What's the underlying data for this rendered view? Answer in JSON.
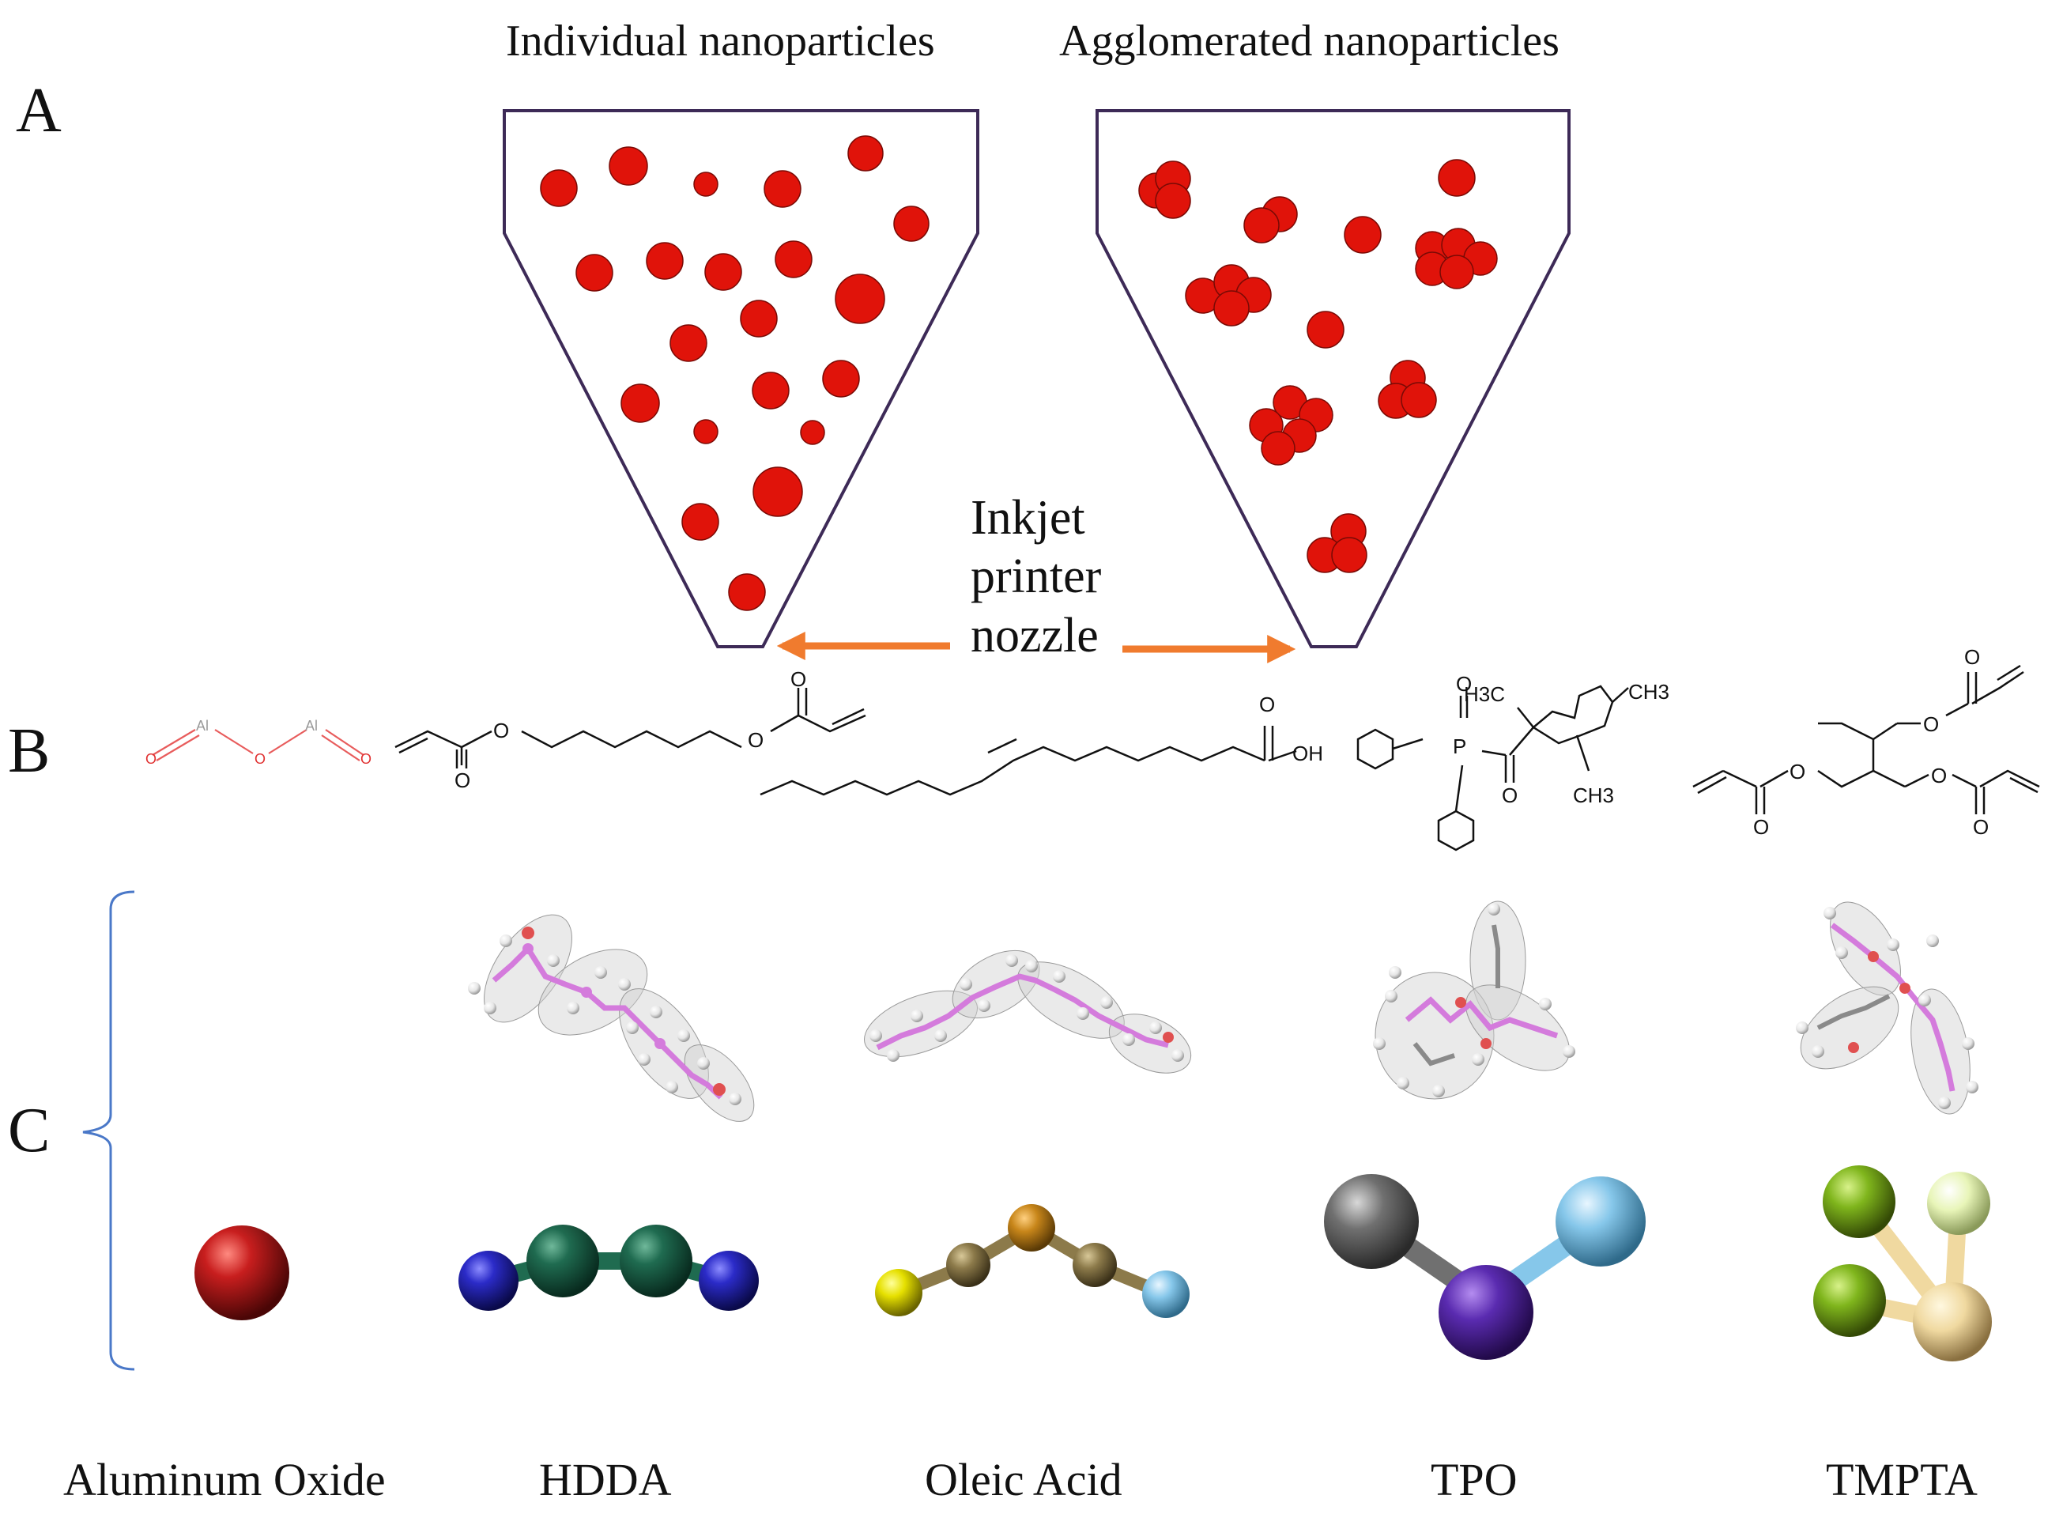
{
  "panels": {
    "a": "A",
    "b": "B",
    "c": "C"
  },
  "funnels": {
    "left_title": "Individual nanoparticles",
    "right_title": "Agglomerated nanoparticles",
    "nozzle_label_lines": [
      "Inkjet",
      "printer",
      "nozzle"
    ]
  },
  "structures": {
    "al2o3": {
      "al": "Al",
      "o": "O"
    },
    "hdda": {
      "o": "O"
    },
    "oleic": {
      "o": "O",
      "oh": "OH"
    },
    "tpo": {
      "h3c": "H3C",
      "ch3_top": "CH3",
      "ch3_bottom": "CH3",
      "p": "P",
      "o": "O"
    },
    "tmpta": {
      "o": "O"
    }
  },
  "compounds": [
    "Aluminum Oxide",
    "HDDA",
    "Oleic Acid",
    "TPO",
    "TMPTA"
  ],
  "colors": {
    "particle": "#e0130a",
    "funnel_outline": "#3d2a57",
    "arrow": "#f07b2e",
    "bracket": "#4a78c8",
    "ball_stick_bond": "#d47bdc",
    "model_alox": "#c81e1e",
    "model_hdda_end": "#2b2bc8",
    "model_hdda_mid": "#1f6b50",
    "model_oleic_end1": "#e6e000",
    "model_oleic_mid": "#8c7a4a",
    "model_oleic_center": "#c8861a",
    "model_oleic_end2": "#8ecbe8",
    "model_tpo_grey": "#707070",
    "model_tpo_blue": "#86c7ea",
    "model_tpo_purple": "#5a2bb0",
    "model_tmpta_green": "#7fb51c",
    "model_tmpta_light": "#e8f5b8",
    "model_tmpta_tan": "#f0d9a0"
  }
}
